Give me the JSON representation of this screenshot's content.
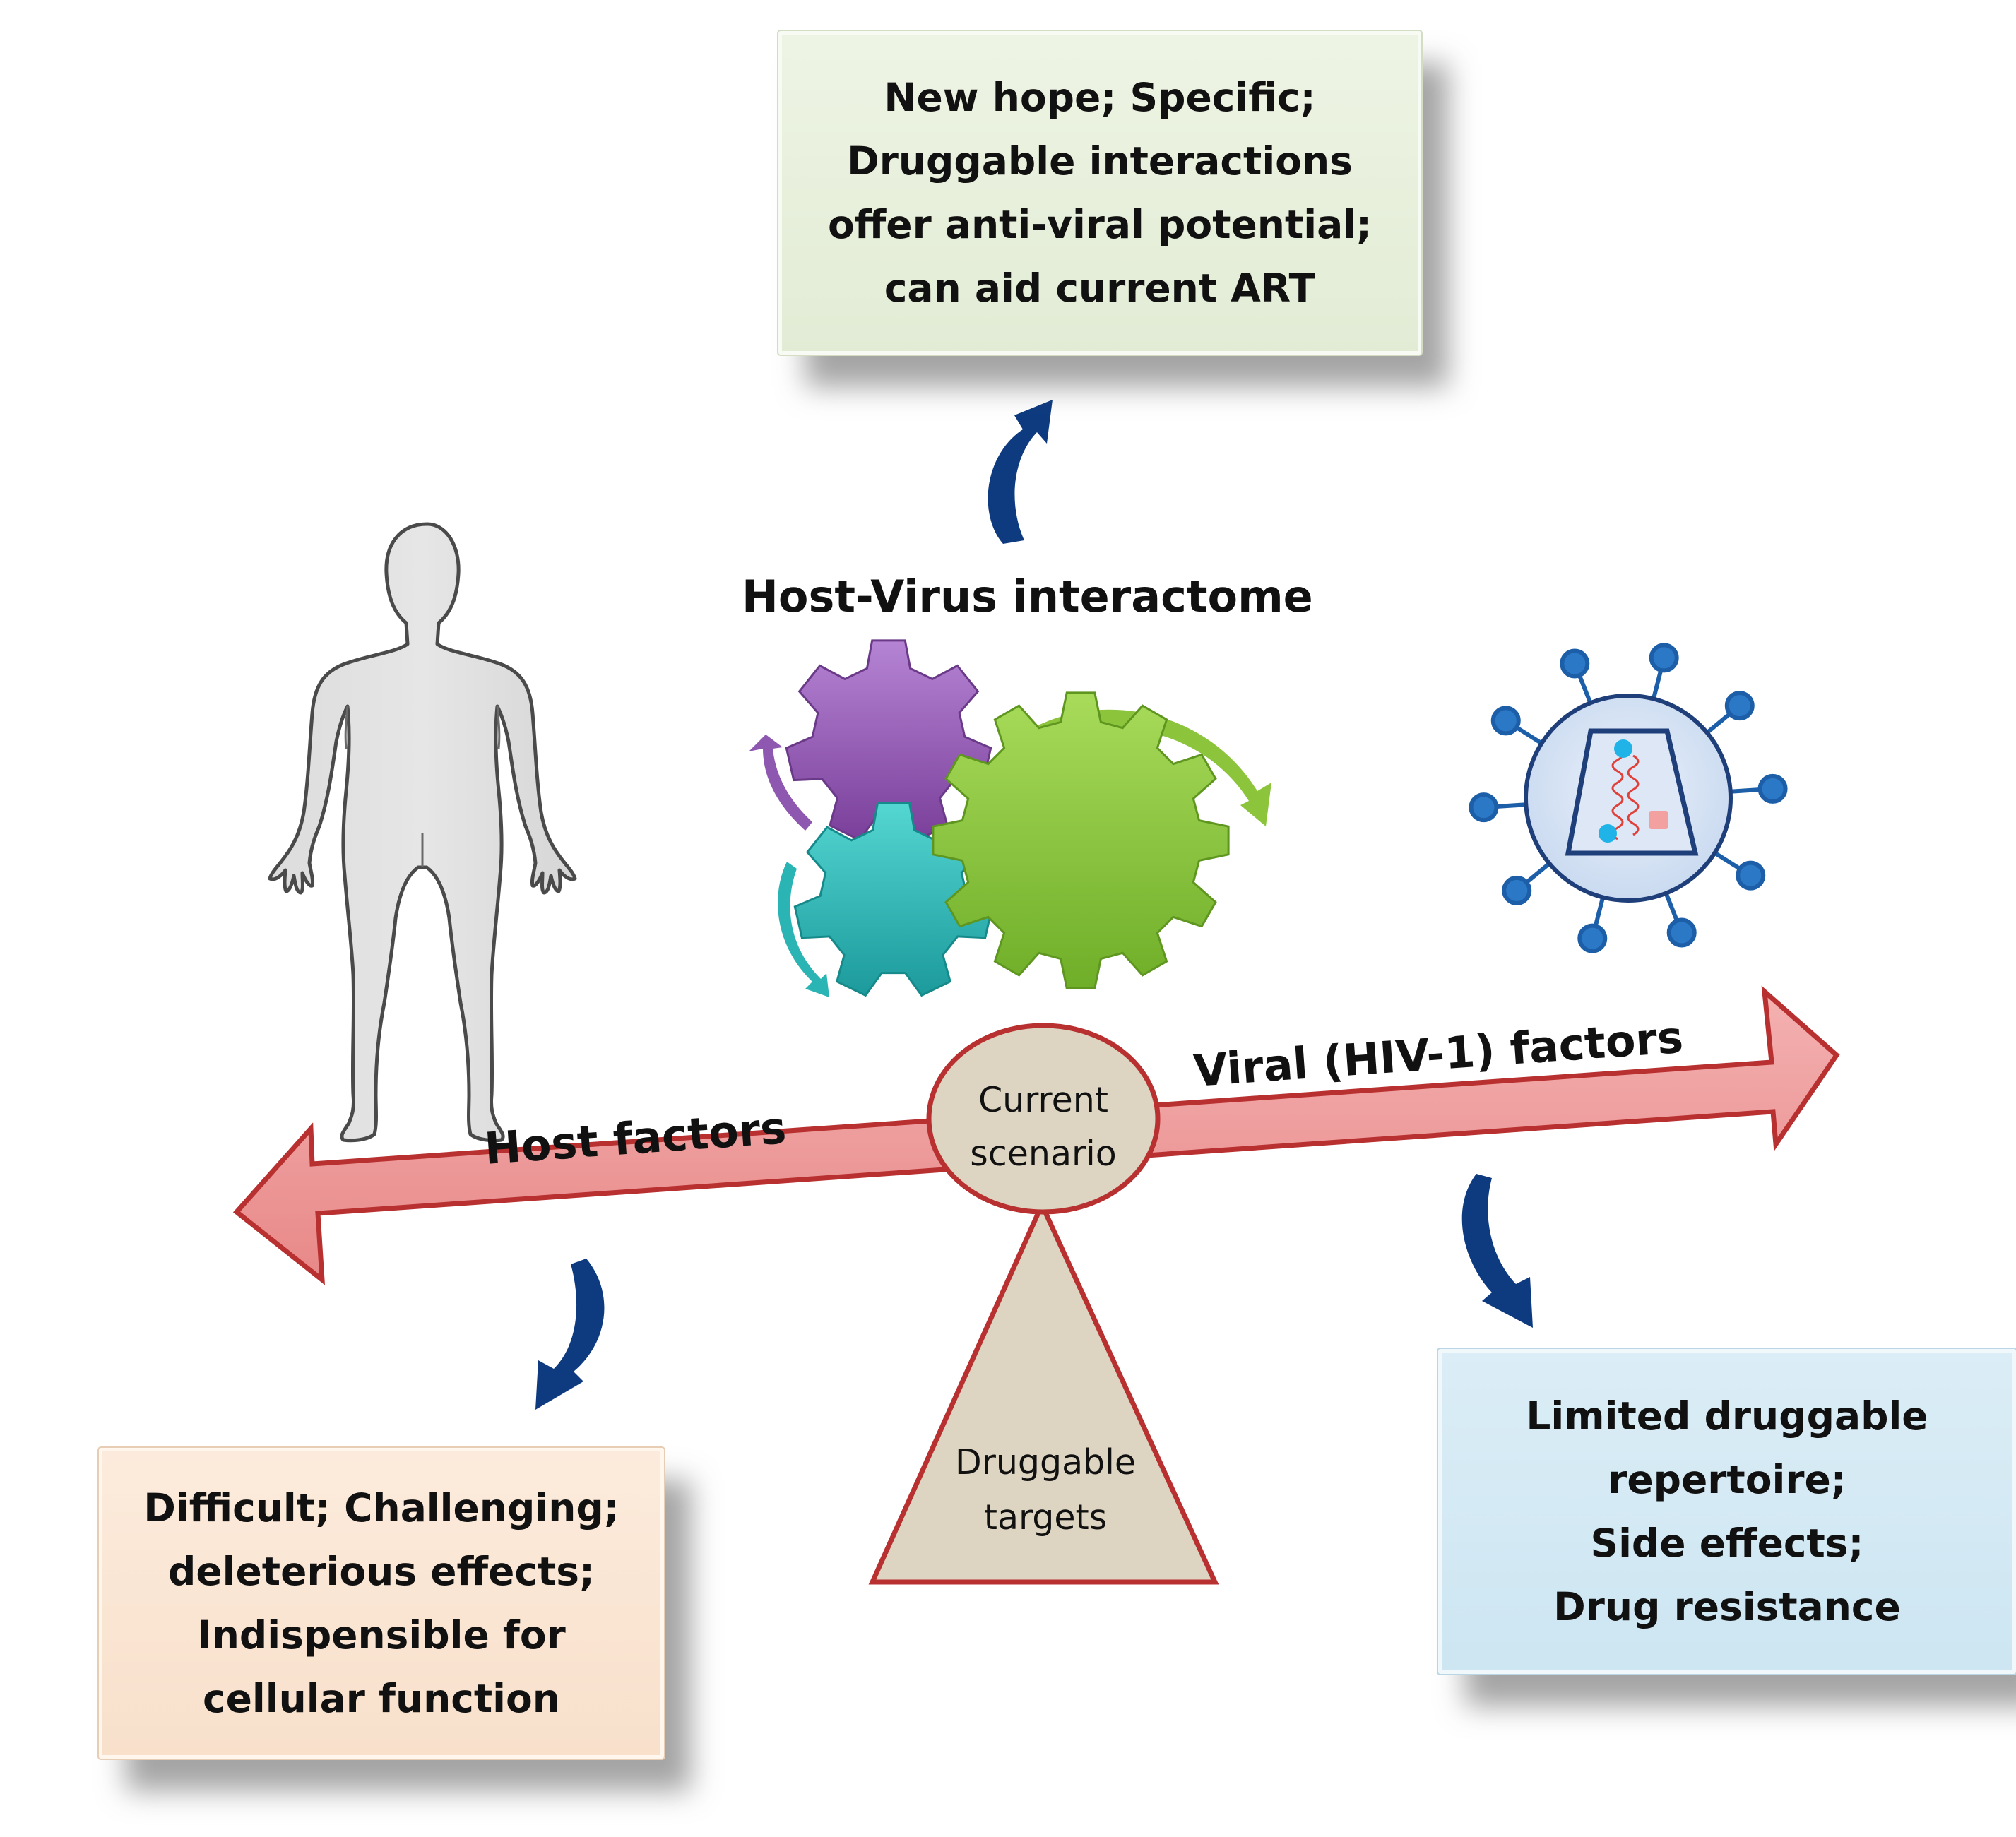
{
  "top_box": {
    "lines": [
      "New hope; Specific;",
      "Druggable interactions",
      "offer anti-viral potential;",
      "can aid current ART"
    ]
  },
  "left_box": {
    "lines": [
      "Difficult; Challenging;",
      "deleterious effects;",
      "Indispensible for",
      "cellular function"
    ]
  },
  "right_box": {
    "lines": [
      "Limited druggable",
      "repertoire;",
      "Side effects;",
      "Drug resistance"
    ]
  },
  "interactome": {
    "title": "Host-Virus interactome",
    "gears": [
      {
        "name": "purple-gear",
        "color": "#8e57b0"
      },
      {
        "name": "teal-gear",
        "color": "#2bb4b4"
      },
      {
        "name": "green-gear",
        "color": "#8cc43c"
      }
    ]
  },
  "balance": {
    "left_label": "Host factors",
    "right_label": "Viral (HIV-1) factors",
    "pivot_lines": [
      "Current",
      "scenario"
    ],
    "fulcrum_lines": [
      "Druggable",
      "targets"
    ],
    "arrow_color": "#ee9696",
    "arrow_border": "#b83030",
    "fulcrum_color": "#ddd5c1"
  },
  "icons": {
    "human": "human-figure-icon",
    "virus": "hiv-virus-icon",
    "curved_arrow_color": "#0e3a80"
  }
}
